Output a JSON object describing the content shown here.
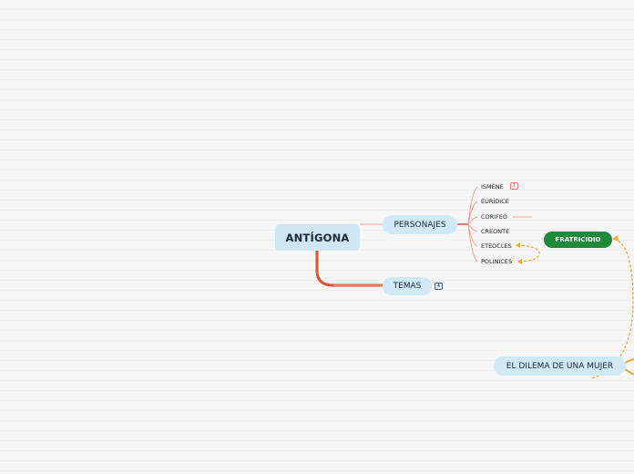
{
  "map": {
    "root": "ANTÍGONA",
    "personajes": {
      "label": "PERSONAJES",
      "items": [
        "ISMENE",
        "EURÍDICE",
        "CORIFEO",
        "CREONTE",
        "ETEOCLES",
        "POLINICES"
      ],
      "ismene_badge": "1"
    },
    "temas": {
      "label": "TEMAS",
      "badge": "4"
    },
    "fratricidio": "FRATRICIDIO",
    "dilema": "EL DILEMA DE UNA MUJER"
  },
  "colors": {
    "branch_red": "#e0532f",
    "branch_light": "#f0a594",
    "relation_orange": "#f3a630",
    "node_blue": "#cfe9f6",
    "node_green": "#1e8a3a"
  }
}
